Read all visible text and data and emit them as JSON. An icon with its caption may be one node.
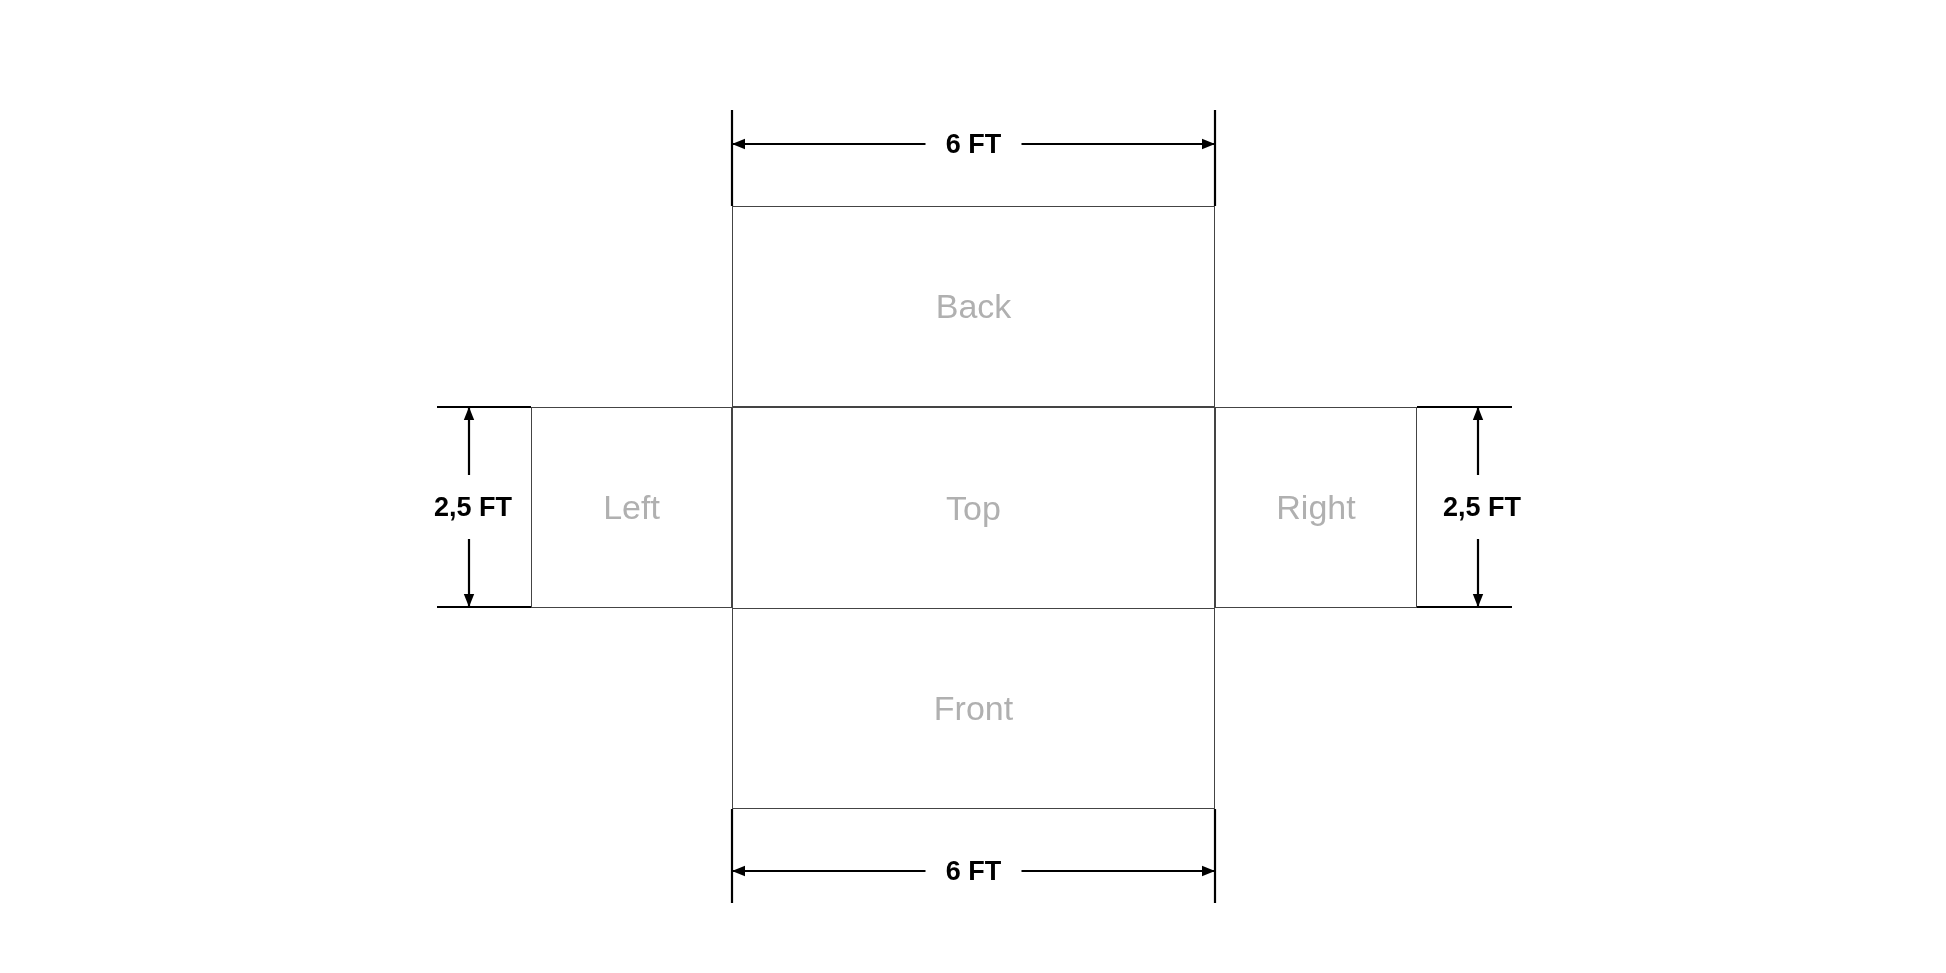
{
  "diagram": {
    "nodes": [
      {
        "text": [
          "Back"
        ]
      },
      {
        "text": [
          "Left"
        ]
      },
      {
        "text": [
          "Top"
        ]
      },
      {
        "text": [
          "Right"
        ]
      },
      {
        "text": [
          "Front"
        ]
      }
    ],
    "labels": [
      "6 FT",
      "2,5 FT",
      "2,5 FT",
      "6 FT"
    ]
  }
}
